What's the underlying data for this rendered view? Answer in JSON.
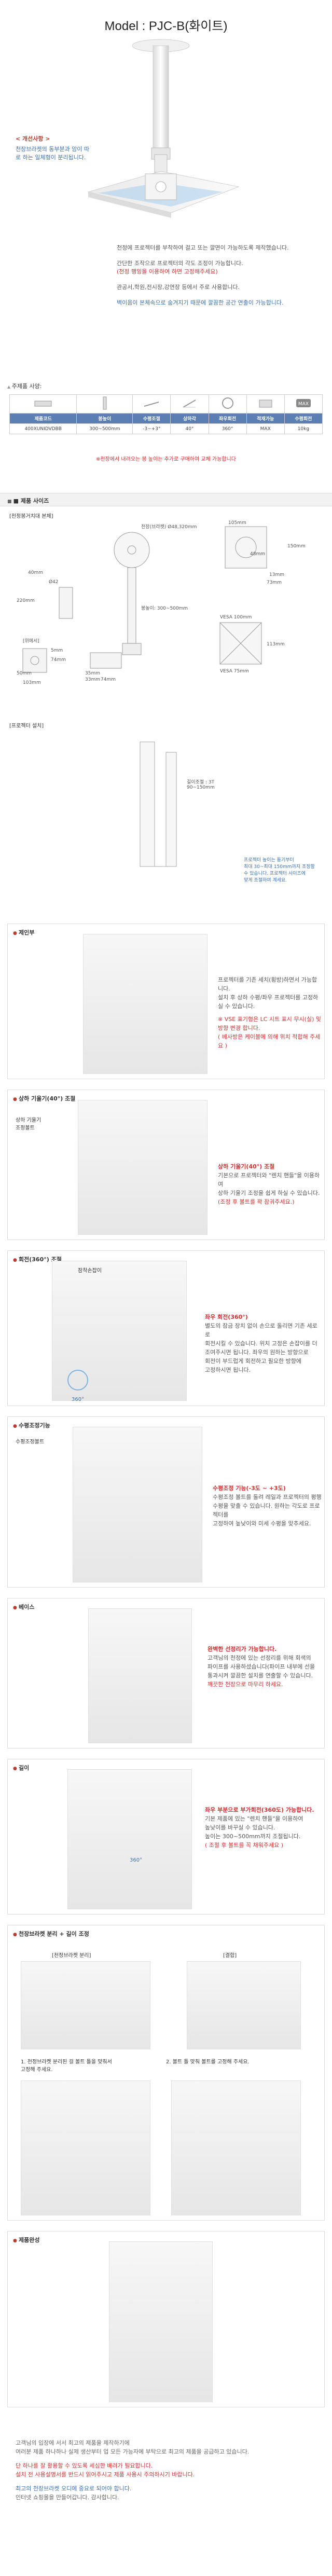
{
  "header": {
    "model_title": "Model : PJC-B(화이트)"
  },
  "improvement": {
    "title": "< 개선사항 >",
    "body": "천장브라켓의 동부분과 암이 따로 하는 일체형이 분리됩니다."
  },
  "intro": {
    "p1": "천정에 프로젝터를 부착하여 걸고 또는 깔면이 가능하도록 제작했습니다.",
    "p2": "간단한 조작으로 프로젝터의 각도 조정이 가능합니다.",
    "p2_red": "(천정 행잉을 이용하여 하면 고정해주세요)",
    "p3": "관공서,학원,전시장,강연장 등에서 주로 사용합니다.",
    "p4": "벽이음이 본체속으로 숨겨지기 때문에 깔끔한 공간 연출이 가능합니다."
  },
  "specs": {
    "section_label": "주제품 사양:",
    "headers": [
      "제품코드",
      "봉높이",
      "수평조절",
      "상하각",
      "좌우회전",
      "적재가능",
      "수평회전"
    ],
    "values": [
      "400XUNIDVDBB",
      "300~500mm",
      "-3~+3°",
      "40°",
      "360°",
      "MAX",
      "10kg"
    ],
    "icon_badge": "MAX"
  },
  "spec_note": "※천장에서 내려오는 봉 높이는 추가로 구매하여 교체 가능합니다",
  "diagram": {
    "section": "■ 제품 사이즈",
    "sub_label": "[천정봉거치대 본체]",
    "top_dims": {
      "ceiling_plate": "천장(브라켓)\nØ48,320mm",
      "pipe_len": "봉높이:\n300~500mm",
      "round_plate_1": "105mm",
      "round_plate_2": "48mm",
      "round_plate_3": "150mm",
      "round_plate_4": "13mm",
      "round_plate_5": "73mm",
      "pipe_dia": "Ø42",
      "height_40": "40mm",
      "height_220": "220mm",
      "stepped": "[위에서]",
      "d74": "74mm",
      "d50": "50mm",
      "d5": "5mm",
      "d103": "103mm",
      "d35": "35mm",
      "d33": "33mm",
      "d74b": "74mm",
      "vesa_top": "VESA 100mm",
      "vesa_side": "113mm",
      "vesa_bottom": "VESA 75mm"
    },
    "bracket_label": "[프로젝터 설치]",
    "bracket_dims": {
      "height": "길이조절 : 3T\n90~150mm",
      "note": "프로젝터 높이는 돌기부터\n최대 30~최대 150mm까지 조정할\n수 있습니다. 프로젝터 사이즈에\n맞게 조절하여 계세요."
    }
  },
  "features": {
    "f1": {
      "tag": "제인부",
      "line1": "프로젝터를 기존 세치(횡방)하면서 가능합니다.",
      "line2": "설치 후 상하 수평/좌우 프로젝터를 고정하실 수 있습니다.",
      "line3_red": "※ VSE 표기형은 LC 시트 표시 무시(실) 및 방향 변경 합니다.",
      "line4_red": "( 베사방은 케이블에 의해 위치 적합해 주세요 )"
    },
    "f2": {
      "tag": "상하 기울기(40°) 조절",
      "callout": "상하 기울기\n조정볼트",
      "head": "상하 기울기(40°) 조절",
      "line1": "기본으로 프로젝터와 \"렌치 핸들\"을 이용하여",
      "line2": "상하 기울기 조정을 쉽게 하실 수 있습니다.",
      "line3_red": "(조정 후 볼트를 꽉 잠궈주세요.)"
    },
    "f3": {
      "tag": "회전(360°) 조절",
      "callout": "잠착손잡이",
      "deg": "360°",
      "head": "좌우 회전(360°)",
      "line1": "별도의 잠금 장치 없이 손으로 돌리면 기존 세로로",
      "line2": "회전시킬 수 있습니다. 위치 고정은 손잡이를 더",
      "line3": "조여주시면 됩니다. 좌우의 원하는 방향으로",
      "line4": "회전이 부드럽게 회전하고 필요한 방향에",
      "line5": "고정하시면 됩니다."
    },
    "f4": {
      "tag": "수평조정기능",
      "callout": "수평조정볼트",
      "head": "수평조정 기능(-3도 ~ +3도)",
      "line1": "수평조정 볼트를 돌려 레일과 프로젝터의 평행",
      "line2": "수평을 맞출 수 있습니다. 원하는 각도로 프로젝터를",
      "line3": "고정하여 높낮이와 미세 수평을 맞추세요."
    },
    "f5": {
      "tag": "베이스",
      "head": "완벽한 선정리가 가능합니다.",
      "line1": "고객님의 천정에 있는 선정리를 위해 회색의",
      "line2": "파이프를 사용하셨습니다(파이프 내부에 선을",
      "line3": "통과시켜 깔끔한 설치를 연출할 수 있습니다.",
      "line4_red": "깨끗한 천장으로 마무리 하세요."
    },
    "f6": {
      "tag": "길이",
      "deg": "360°",
      "head": "좌우 부분으로 부가회전(360도) 가능합니다.",
      "line1": "기본 제품에 있는 \"렌치 핸들\"을 이용하여",
      "line2": "높낮이를 바꾸실 수 있습니다.",
      "line3": "높이는 300~500mm까지 조절됩니다.",
      "line4_red": "( 조절 후 볼트를 꼭 채워주세요 )"
    },
    "f7": {
      "tag": "천장브라켓 분리 + 길이 조정",
      "left_caption": "[천정브라켓 분리]",
      "right_caption": "[결합]",
      "step1": "1. 천정브라켓 분리된 걸 볼트 틀을 맞춰서\n   고정해 주세요.",
      "step2": "2. 볼트 틀 맞춰 볼트를 고정해 주세요."
    },
    "f8": {
      "tag": "제품완성"
    }
  },
  "footer": {
    "p1": "고객님의 입장에 서서 최고의 제품을 제작하기에",
    "p2": "여러분 제품 하나하나 실제 생산부터 업 모든 가능자에 부탁으로 최고의 제품을 공급하고 있습니다.",
    "p3_red": "단 하나를 잘 활용할 수 있도록 세심한 배려가 필요합니다.",
    "p4_red": "설치 전 사용설명서를 반드시 읽어주시고 제품 사용시 주의하시기 바랍니다.",
    "p5_blue": "최고의 천장브라켓 오디에 중요로 되어야 합니다.",
    "p6": "인터넷 쇼핑몰을 만들어갑니다. 감사합니다."
  }
}
